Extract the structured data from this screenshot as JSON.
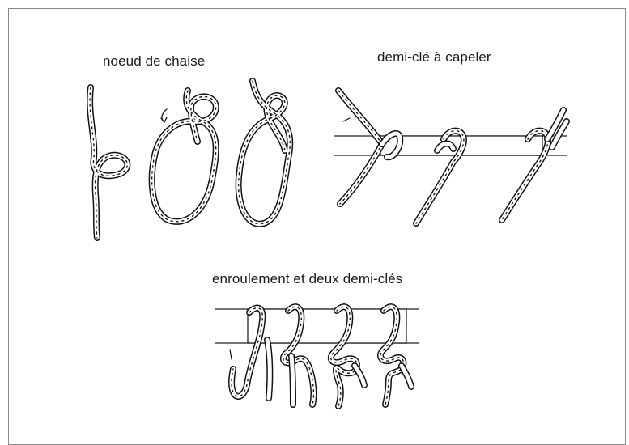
{
  "diagram": {
    "labels": {
      "bowline": "noeud de chaise",
      "clove_hitch": "demi-clé à capeler",
      "round_turn": "enroulement et deux demi-clés"
    }
  }
}
